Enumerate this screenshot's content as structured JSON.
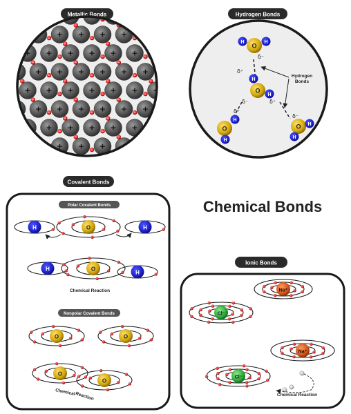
{
  "title": "Chemical Bonds",
  "panels": {
    "metallic": {
      "label": "Metallic Bonds",
      "cation_sign": "+",
      "electron_sign": "−"
    },
    "hydrogen": {
      "label": "Hydrogen Bonds",
      "annotation_line1": "Hydrogen",
      "annotation_line2": "Bonds",
      "delta_minus": "δ⁻",
      "delta_plus": "δ⁺",
      "oxygen": "O",
      "hydrogen": "H"
    },
    "covalent": {
      "label": "Covalent Bonds",
      "polar_label": "Polar Covalent Bonds",
      "nonpolar_label": "Nonpolar Covalent Bonds",
      "reaction_label": "Chemical Reaction",
      "reaction_label_split_1": "Chemical",
      "reaction_label_split_2": "Reaction",
      "oxygen": "O",
      "hydrogen": "H"
    },
    "ionic": {
      "label": "Ionic Bonds",
      "sodium": "Na⁺",
      "chloride": "Cl⁻",
      "reaction_label": "Chemical Reaction"
    }
  },
  "colors": {
    "hydrogen_atom": "#1b1fc9",
    "oxygen_atom": "#d4a90d",
    "sodium_atom": "#d9581a",
    "chlorine_atom": "#2fae3a",
    "electron": "#d42020",
    "metal_ion": "#5a5a5a",
    "pill": "#2a2a2a"
  }
}
